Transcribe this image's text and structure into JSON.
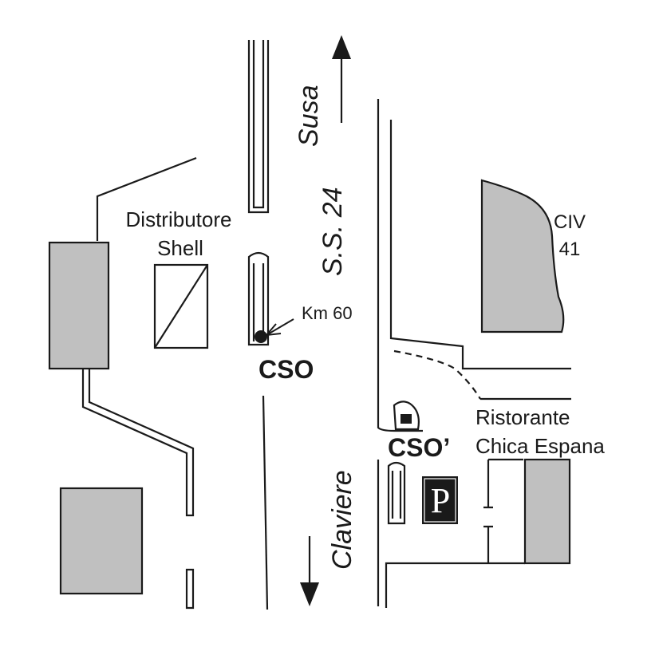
{
  "labels": {
    "susa": "Susa",
    "road_name": "S.S. 24",
    "distributore_line1": "Distributore",
    "distributore_line2": "Shell",
    "civ_line1": "CIV",
    "civ_line2": "41",
    "km": "Km 60",
    "cso": "CSO",
    "cso_prime": "CSO’",
    "ristorante_line1": "Ristorante",
    "ristorante_line2": "Chica Espana",
    "claviere": "Claviere",
    "parking": "P"
  },
  "colors": {
    "ink": "#1a1a1a",
    "building_fill": "#c0c0c0",
    "background": "#ffffff"
  },
  "icons": {
    "parking": "parking-sign-icon",
    "north_arrow": "arrow-up-icon",
    "south_arrow": "arrow-down-icon",
    "marker": "filled-dot-icon"
  }
}
